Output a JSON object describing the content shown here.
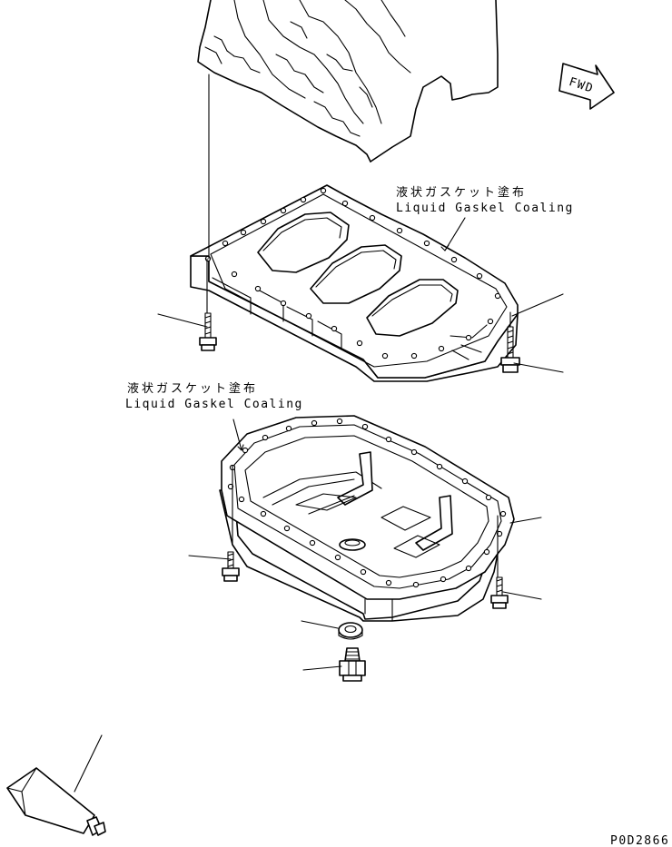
{
  "annotations": {
    "upper_jp": "液状ガスケット塗布",
    "upper_en": "Liquid Gaskel Coaling",
    "lower_jp": "液状ガスケット塗布",
    "lower_en": "Liquid Gaskel Coaling"
  },
  "fwd_label": "FWD",
  "drawing_code": "P0D2866"
}
